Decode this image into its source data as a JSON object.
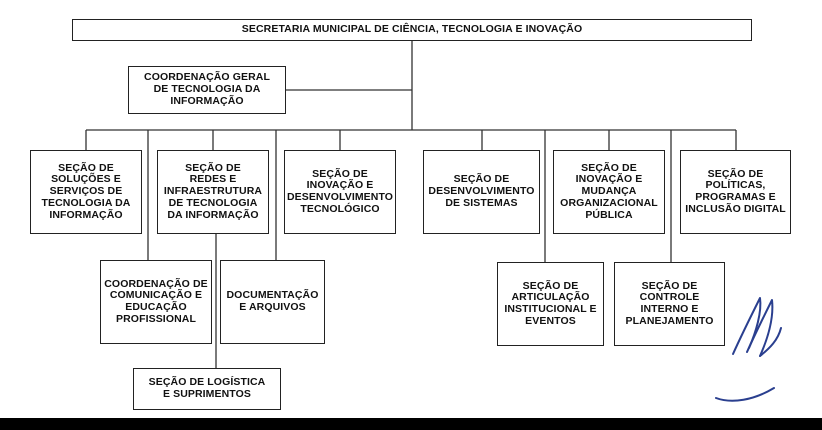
{
  "chart": {
    "top": "SECRETARIA MUNICIPAL DE CIÊNCIA, TECNOLOGIA E INOVAÇÃO",
    "coord_geral": "COORDENAÇÃO GERAL\nDE TECNOLOGIA DA\nINFORMAÇÃO",
    "secoes": [
      "SEÇÃO DE\nSOLUÇÕES E\nSERVIÇOS DE\nTECNOLOGIA DA\nINFORMAÇÃO",
      "SEÇÃO DE\nREDES E\nINFRAESTRUTURA\nDE TECNOLOGIA\nDA INFORMAÇÃO",
      "SEÇÃO DE\nINOVAÇÃO E\nDESENVOLVIMENTO\nTECNOLÓGICO",
      "SEÇÃO DE\nDESENVOLVIMENTO\nDE SISTEMAS",
      "SEÇÃO DE\nINOVAÇÃO E\nMUDANÇA\nORGANIZACIONAL\nPÚBLICA",
      "SEÇÃO DE\nPOLÍTICAS,\nPROGRAMAS E\nINCLUSÃO DIGITAL"
    ],
    "coord_comunicacao": "COORDENAÇÃO DE\nCOMUNICAÇÃO E\nEDUCAÇÃO\nPROFISSIONAL",
    "documentacao": "DOCUMENTAÇÃO\nE ARQUIVOS",
    "articulacao": "SEÇÃO DE\nARTICULAÇÃO\nINSTITUCIONAL E\nEVENTOS",
    "controle": "SEÇÃO DE\nCONTROLE\nINTERNO E\nPLANEJAMENTO",
    "logistica": "SEÇÃO DE LOGÍSTICA\nE SUPRIMENTOS"
  },
  "colors": {
    "line": "#333333",
    "signature": "#2a3f8f",
    "footer": "#000000"
  }
}
